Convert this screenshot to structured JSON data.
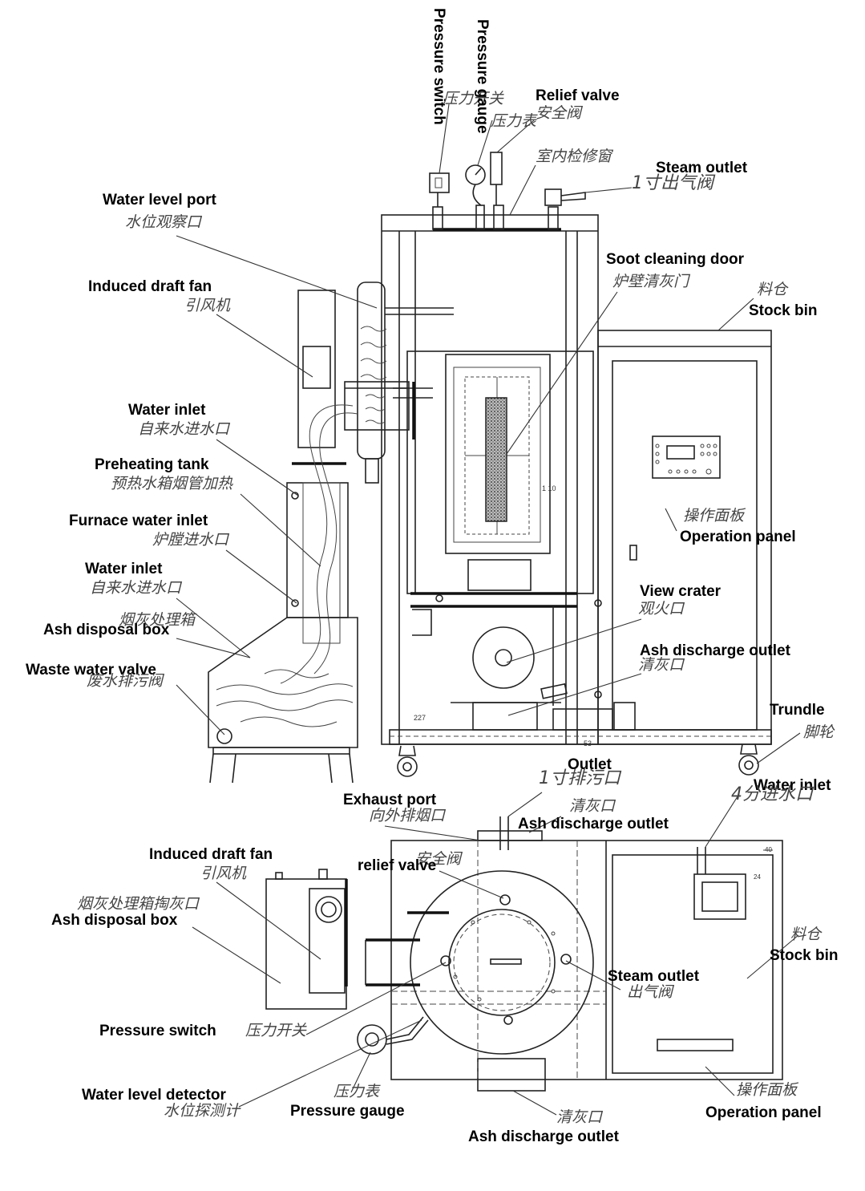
{
  "elevation_view": {
    "labels": {
      "pressure_switch": "Pressure switch",
      "pressure_switch_zh": "压力开关",
      "pressure_gauge": "Pressure gauge",
      "pressure_gauge_zh": "压力表",
      "relief_valve": "Relief valve",
      "relief_valve_zh": "安全阀",
      "inspection_window_zh": "室内检修窗",
      "steam_outlet": "Steam outlet",
      "steam_outlet_zh": "1寸出气阀",
      "water_level_port": "Water level port",
      "water_level_port_zh": "水位观察口",
      "soot_cleaning_door": "Soot cleaning door",
      "soot_cleaning_door_zh": "炉壁清灰门",
      "induced_draft_fan": "Induced draft fan",
      "induced_draft_fan_zh": "引风机",
      "stock_bin": "Stock bin",
      "stock_bin_zh": "料仓",
      "water_inlet_1": "Water inlet",
      "water_inlet_1_zh": "自来水进水口",
      "preheating_tank": "Preheating tank",
      "preheating_tank_zh": "预热水箱烟管加热",
      "furnace_water_inlet": "Furnace water inlet",
      "furnace_water_inlet_zh": "炉膛进水口",
      "operation_panel": "Operation panel",
      "operation_panel_zh": "操作面板",
      "water_inlet_2": "Water inlet",
      "water_inlet_2_zh": "自来水进水口",
      "view_crater": "View crater",
      "view_crater_zh": "观火口",
      "ash_disposal_box": "Ash disposal box",
      "ash_disposal_box_zh": "烟灰处理箱",
      "ash_discharge_outlet": "Ash discharge outlet",
      "ash_discharge_outlet_zh": "清灰口",
      "waste_water_valve": "Waste water valve",
      "waste_water_valve_zh": "废水排污阀",
      "trundle": "Trundle",
      "trundle_zh": "脚轮"
    },
    "dims": [
      "1 10",
      "227",
      "53"
    ]
  },
  "plan_view": {
    "labels": {
      "outlet": "Outlet",
      "outlet_zh": "1寸排污口",
      "water_inlet": "Water inlet",
      "water_inlet_zh": "4分进水口",
      "exhaust_port": "Exhaust port",
      "exhaust_port_zh": "向外排烟口",
      "ash_discharge_outlet_top": "Ash discharge outlet",
      "ash_discharge_outlet_top_zh": "清灰口",
      "induced_draft_fan": "Induced draft fan",
      "induced_draft_fan_zh": "引风机",
      "relief_valve": "relief valve",
      "relief_valve_zh": "安全阀",
      "ash_disposal_box_zh": "烟灰处理箱掏灰口",
      "ash_disposal_box": "Ash disposal box",
      "stock_bin": "Stock bin",
      "stock_bin_zh": "料仓",
      "steam_outlet": "Steam outlet",
      "steam_outlet_zh": "出气阀",
      "pressure_switch": "Pressure switch",
      "pressure_switch_zh": "压力开关",
      "water_level_detector": "Water level detector",
      "water_level_detector_zh": "水位探测计",
      "pressure_gauge": "Pressure gauge",
      "pressure_gauge_zh": "压力表",
      "operation_panel": "Operation panel",
      "operation_panel_zh": "操作面板",
      "ash_discharge_outlet_bottom": "Ash discharge outlet",
      "ash_discharge_outlet_bottom_zh": "清灰口"
    },
    "dims": [
      "40",
      "24"
    ]
  }
}
